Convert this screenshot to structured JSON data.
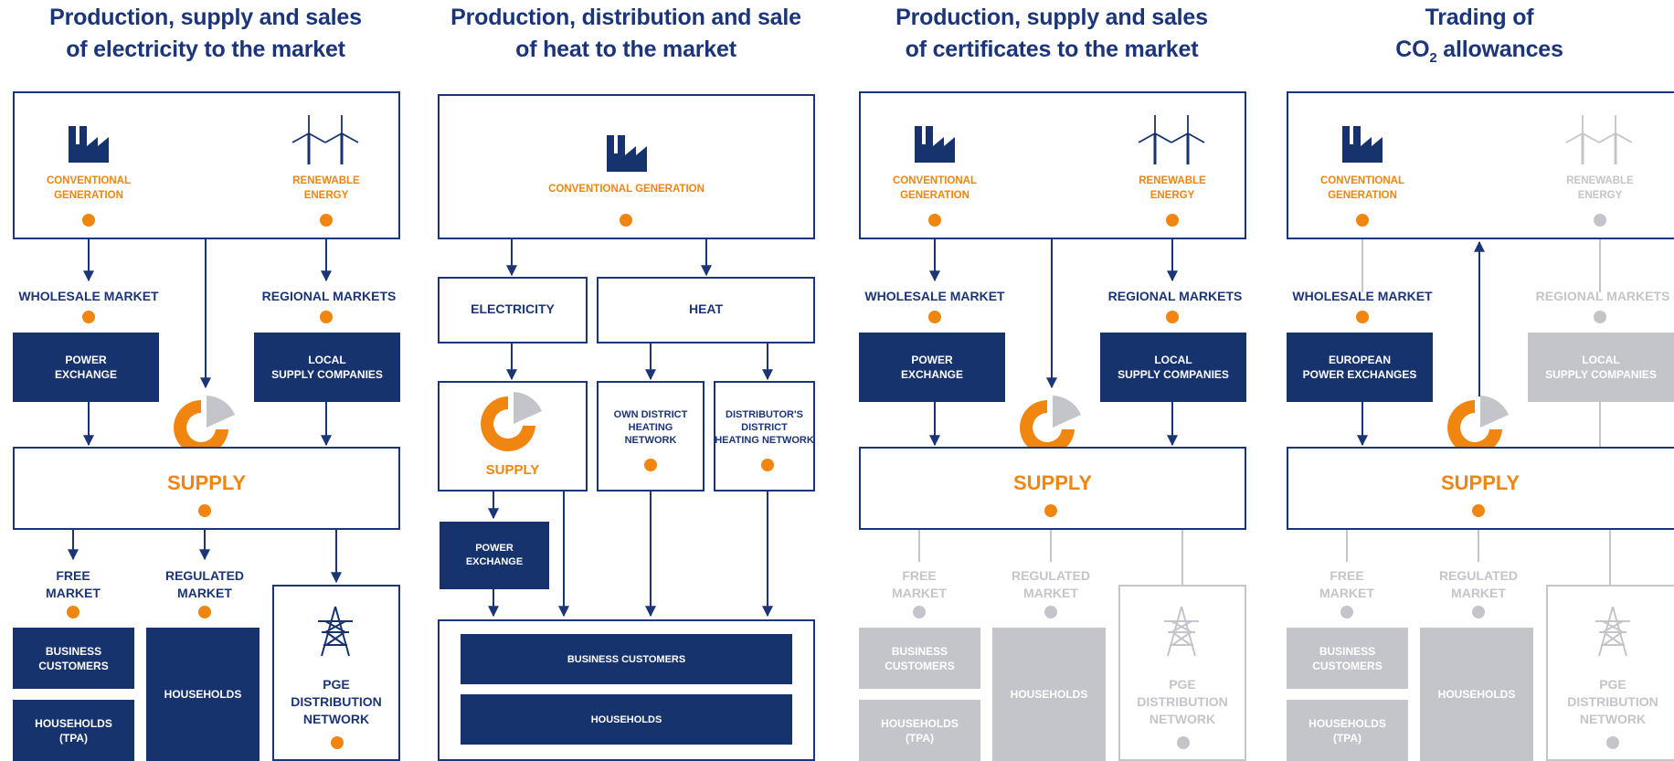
{
  "colors": {
    "navy": "#17336e",
    "orange": "#f0850f",
    "grey": "#c4c4cb",
    "white": "#ffffff"
  },
  "electricity": {
    "title_line1": "Production, supply and sales",
    "title_line2": "of electricity to the market",
    "conventional": "CONVENTIONAL\nGENERATION",
    "renewable": "RENEWABLE\nENERGY",
    "wholesale": "WHOLESALE MARKET",
    "regional": "REGIONAL MARKETS",
    "power_exchange": "POWER\nEXCHANGE",
    "local_supply": "LOCAL\nSUPPLY COMPANIES",
    "supply": "SUPPLY",
    "free_market": "FREE\nMARKET",
    "regulated_market": "REGULATED\nMARKET",
    "business_customers": "BUSINESS\nCUSTOMERS",
    "households_tpa": "HOUSEHOLDS\n(TPA)",
    "households": "HOUSEHOLDS",
    "distribution": "PGE\nDISTRIBUTION\nNETWORK"
  },
  "heat": {
    "title_line1": "Production, distribution and sale",
    "title_line2": "of heat to the market",
    "conventional": "CONVENTIONAL GENERATION",
    "electricity": "ELECTRICITY",
    "heat": "HEAT",
    "supply": "SUPPLY",
    "own_network": "OWN DISTRICT\nHEATING\nNETWORK",
    "distributor_network": "DISTRIBUTOR'S\nDISTRICT\nHEATING NETWORK",
    "power_exchange": "POWER\nEXCHANGE",
    "business_customers": "BUSINESS CUSTOMERS",
    "households": "HOUSEHOLDS"
  },
  "certificates": {
    "title_line1": "Production, supply and sales",
    "title_line2": "of certificates to the market",
    "conventional": "CONVENTIONAL\nGENERATION",
    "renewable": "RENEWABLE\nENERGY",
    "wholesale": "WHOLESALE MARKET",
    "regional": "REGIONAL MARKETS",
    "power_exchange": "POWER\nEXCHANGE",
    "local_supply": "LOCAL\nSUPPLY COMPANIES",
    "supply": "SUPPLY",
    "free_market": "FREE\nMARKET",
    "regulated_market": "REGULATED\nMARKET",
    "business_customers": "BUSINESS\nCUSTOMERS",
    "households_tpa": "HOUSEHOLDS\n(TPA)",
    "households": "HOUSEHOLDS",
    "distribution": "PGE\nDISTRIBUTION\nNETWORK"
  },
  "co2": {
    "title_line1": "Trading of",
    "title_co": "CO",
    "title_sub": "2",
    "title_rest": " allowances",
    "conventional": "CONVENTIONAL\nGENERATION",
    "renewable": "RENEWABLE\nENERGY",
    "wholesale": "WHOLESALE MARKET",
    "regional": "REGIONAL MARKETS",
    "power_exchange": "EUROPEAN\nPOWER EXCHANGES",
    "local_supply": "LOCAL\nSUPPLY COMPANIES",
    "supply": "SUPPLY",
    "free_market": "FREE\nMARKET",
    "regulated_market": "REGULATED\nMARKET",
    "business_customers": "BUSINESS\nCUSTOMERS",
    "households_tpa": "HOUSEHOLDS\n(TPA)",
    "households": "HOUSEHOLDS",
    "distribution": "PGE\nDISTRIBUTION\nNETWORK"
  }
}
